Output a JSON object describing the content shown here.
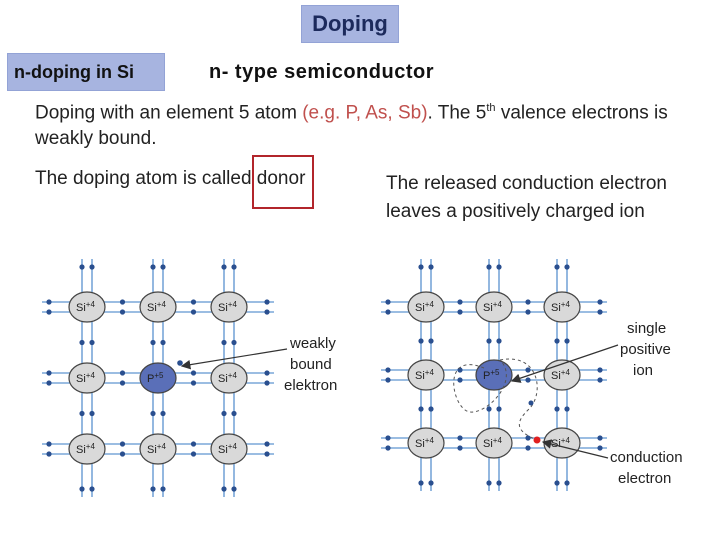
{
  "header": {
    "title": "Doping"
  },
  "tag": {
    "label": "n-doping  in Si"
  },
  "subtitle": "n- type semiconductor",
  "text": {
    "line1_a": "Doping with an element 5 atom ",
    "line1_red": "(e.g. P, As, Sb)",
    "line1_b": ". The 5",
    "line1_sup": "th",
    "line1_c": " valence electrons is weakly bound.",
    "line2_a": "The doping atom is called ",
    "line2_donor": "donor",
    "line3": "The released conduction  electron leaves a positively  charged ion"
  },
  "lattice": {
    "si_label": "Si",
    "si_charge": "+4",
    "p_label": "P",
    "p_charge": "+5"
  },
  "annotations": {
    "left": [
      "weakly",
      "bound",
      "elektron"
    ],
    "right_top": [
      "single",
      "positive",
      "ion"
    ],
    "right_bottom": [
      "conduction",
      "electron"
    ]
  },
  "colors": {
    "title_bg": "#a7b4e0",
    "si_fill": "#d9d9d9",
    "p_fill": "#5a6fb8",
    "bond": "#7aa7d8",
    "electron": "#2a4f8f",
    "free_electron": "#e02020",
    "donor_frame": "#b2252b",
    "red_text": "#c0504d"
  }
}
